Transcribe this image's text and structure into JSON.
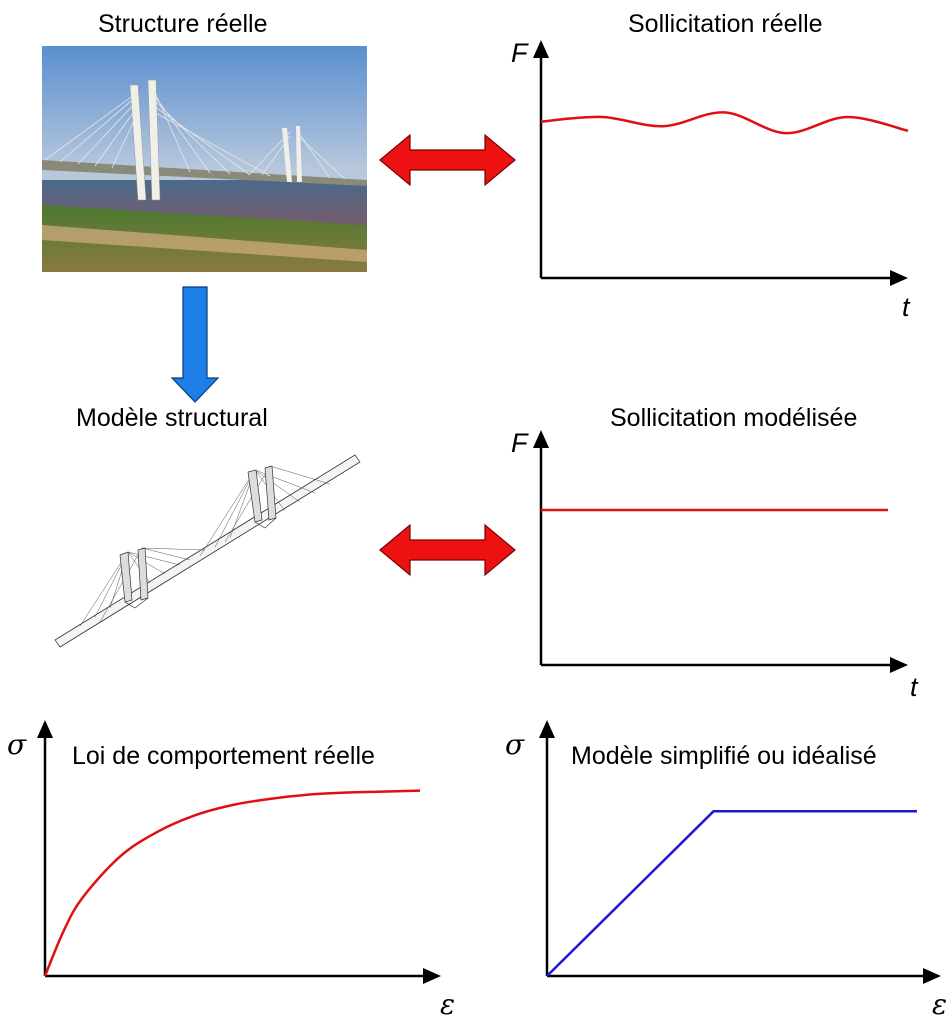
{
  "titles": {
    "structure_reelle": "Structure réelle",
    "sollicitation_reelle": "Sollicitation réelle",
    "modele_structural": "Modèle structural",
    "sollicitation_modelisee": "Sollicitation modélisée",
    "loi_reelle": "Loi de comportement réelle",
    "modele_simplifie": "Modèle simplifié ou idéalisé"
  },
  "axes": {
    "force": "F",
    "time": "t",
    "stress": "σ",
    "strain": "ε"
  },
  "colors": {
    "curve_red": "#e01010",
    "curve_blue": "#1a1ad0",
    "arrow_red": "#ee1111",
    "arrow_blue": "#1e7ee8"
  },
  "chart_data": [
    {
      "type": "line",
      "id": "sollicitation_reelle",
      "xlabel": "t",
      "ylabel": "F",
      "x": [
        0,
        1,
        2,
        3,
        4,
        5,
        6
      ],
      "y": [
        0.68,
        0.7,
        0.66,
        0.72,
        0.63,
        0.7,
        0.64
      ]
    },
    {
      "type": "line",
      "id": "sollicitation_modelisee",
      "xlabel": "t",
      "ylabel": "F",
      "x": [
        0,
        6
      ],
      "y": [
        0.68,
        0.68
      ]
    },
    {
      "type": "line",
      "id": "loi_reelle",
      "xlabel": "ε",
      "ylabel": "σ",
      "x": [
        0,
        0.05,
        0.1,
        0.2,
        0.3,
        0.4,
        0.5,
        0.6,
        0.7,
        0.8,
        0.9,
        1.0
      ],
      "y": [
        0,
        0.22,
        0.38,
        0.58,
        0.7,
        0.78,
        0.83,
        0.86,
        0.88,
        0.89,
        0.895,
        0.9
      ]
    },
    {
      "type": "line",
      "id": "modele_simplifie",
      "xlabel": "ε",
      "ylabel": "σ",
      "x": [
        0,
        0.45,
        1.0
      ],
      "y": [
        0,
        0.9,
        0.9
      ]
    }
  ]
}
